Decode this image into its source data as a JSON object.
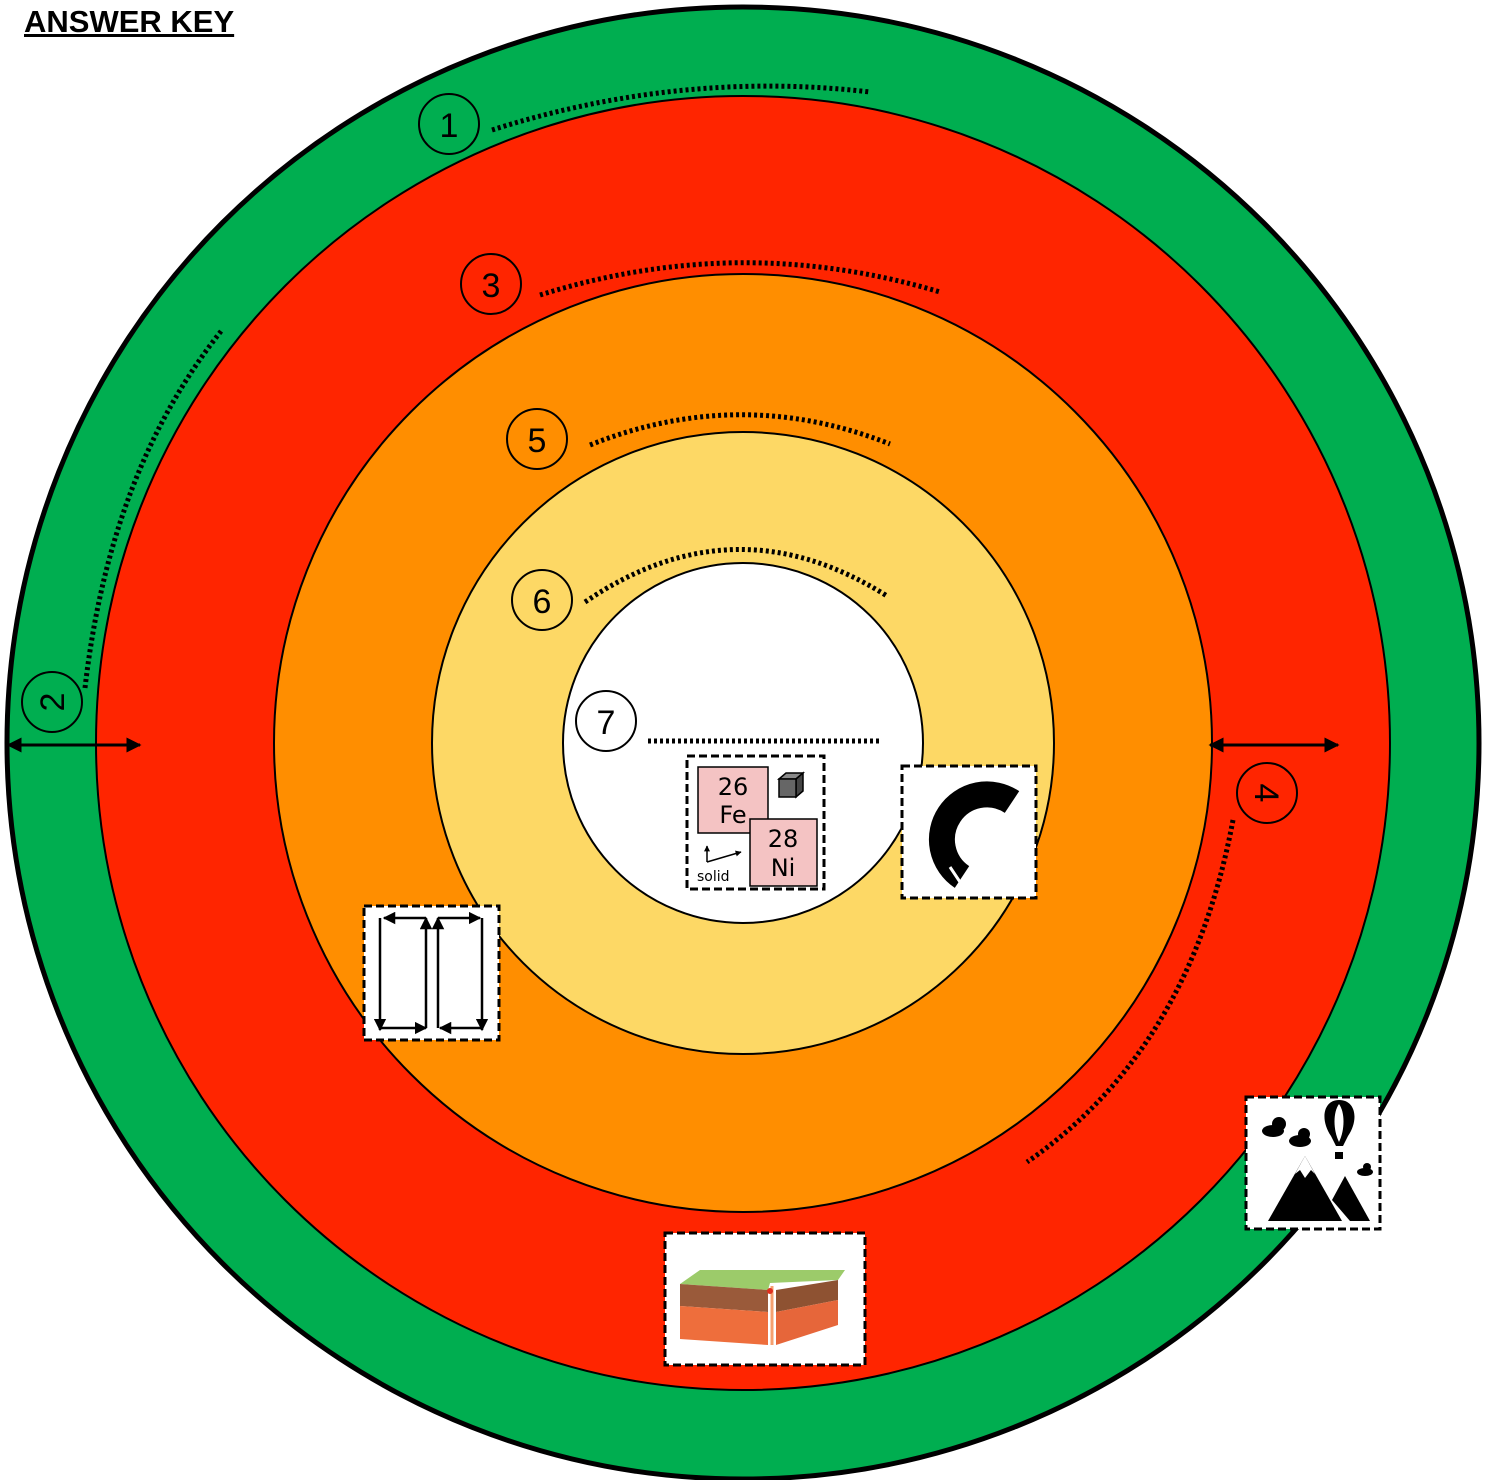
{
  "header": {
    "title": "ANSWER KEY"
  },
  "colors": {
    "crust": "#00AE50",
    "mantle": "#FF2500",
    "outer_region": "#FF8E00",
    "outer_core": "#FDD865",
    "inner_core": "#FFFFFF"
  },
  "labels": {
    "one": "1",
    "two": "2",
    "three": "3",
    "four": "4",
    "five": "5",
    "six": "6",
    "seven": "7"
  },
  "elements": {
    "iron_number": "26",
    "iron_symbol": "Fe",
    "nickel_number": "28",
    "nickel_symbol": "Ni",
    "state": "solid"
  },
  "icons": [
    "iron-nickel-solid-icon",
    "magnet-icon",
    "convection-arrows-icon",
    "tectonic-fault-icon",
    "mountain-atmosphere-icon"
  ]
}
